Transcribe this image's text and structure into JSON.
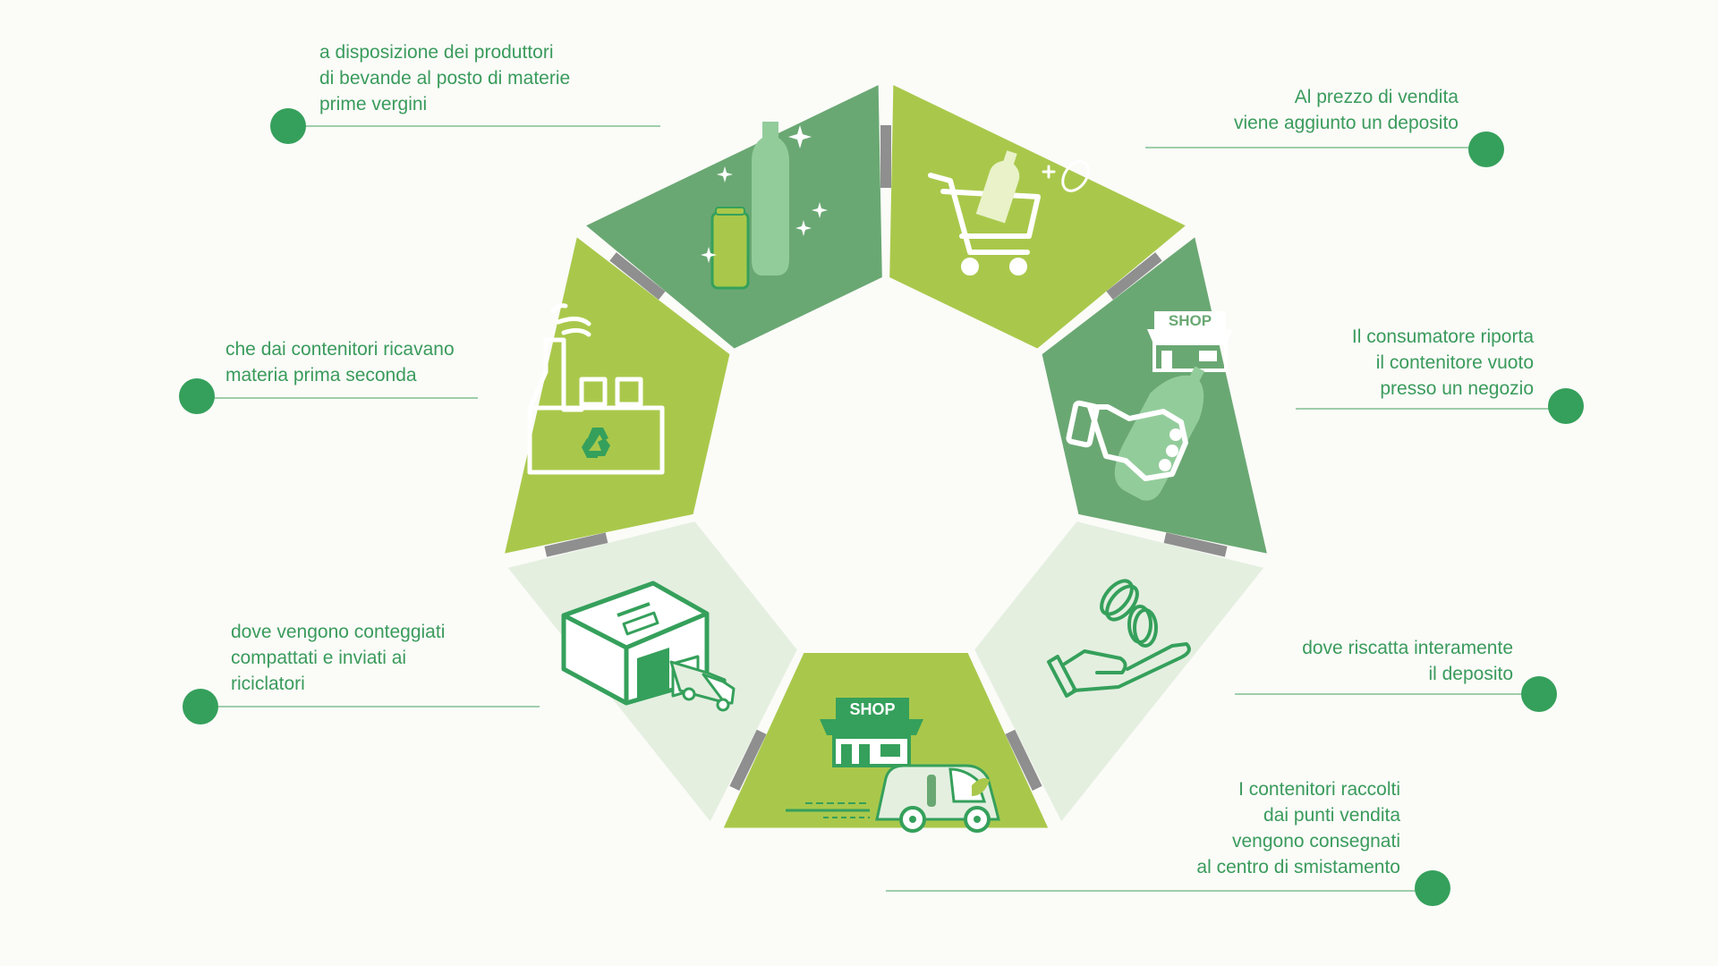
{
  "colors": {
    "dark_green": "#6aa873",
    "lime": "#a9c84b",
    "pale": "#e4efe0",
    "gray": "#8f8f8f",
    "accent": "#35a05b",
    "line": "#7fbf90"
  },
  "steps": [
    {
      "text": "Al prezzo di vendita\nviene aggiunto un deposito",
      "icon": "shopping-cart-bottle-icon"
    },
    {
      "text": "Il consumatore riporta\nil contenitore vuoto\npresso un negozio",
      "icon": "hand-bottle-shop-icon",
      "shop_label": "SHOP"
    },
    {
      "text": "dove riscatta interamente\nil deposito",
      "icon": "hand-coins-icon"
    },
    {
      "text": "I contenitori raccolti\ndai punti vendita\nvengono consegnati\nal centro di smistamento",
      "icon": "shop-truck-icon",
      "shop_label": "SHOP"
    },
    {
      "text": "dove vengono conteggiati\ncompattati e inviati ai\nriciclatori",
      "icon": "warehouse-truck-icon"
    },
    {
      "text": "che dai contenitori ricavano\nmateria prima seconda",
      "icon": "recycling-factory-icon"
    },
    {
      "text": "a disposizione dei produttori\ndi bevande al posto di materie\nprime vergini",
      "icon": "bottle-can-sparkle-icon"
    }
  ]
}
